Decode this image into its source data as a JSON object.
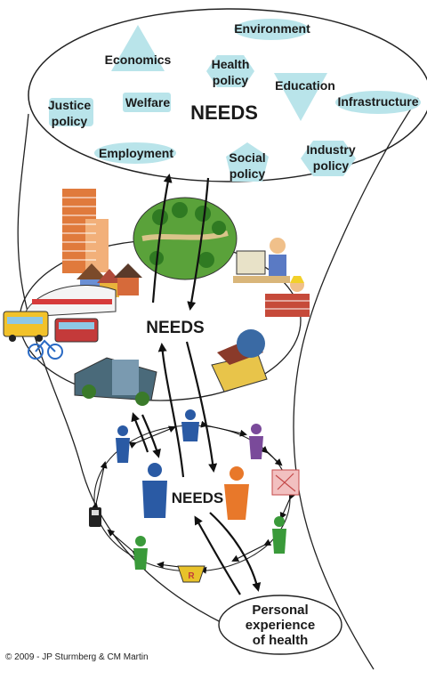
{
  "top_oval": {
    "labels": {
      "environment": "Environment",
      "economics": "Economics",
      "health_policy_l1": "Health",
      "health_policy_l2": "policy",
      "education": "Education",
      "justice_policy_l1": "Justice",
      "justice_policy_l2": "policy",
      "welfare": "Welfare",
      "infrastructure": "Infrastructure",
      "employment": "Employment",
      "social_policy_l1": "Social",
      "social_policy_l2": "policy",
      "industry_policy_l1": "Industry",
      "industry_policy_l2": "policy"
    },
    "needs": "NEEDS"
  },
  "middle_oval": {
    "needs": "NEEDS"
  },
  "bottom_ring": {
    "needs": "NEEDS"
  },
  "personal": {
    "l1": "Personal",
    "l2": "experience",
    "l3": "of health"
  },
  "copyright": "© 2009 - JP Sturmberg & CM Martin",
  "colors": {
    "shape_fill": "#b9e4ea",
    "arrow": "#111111",
    "outline": "#222222"
  }
}
